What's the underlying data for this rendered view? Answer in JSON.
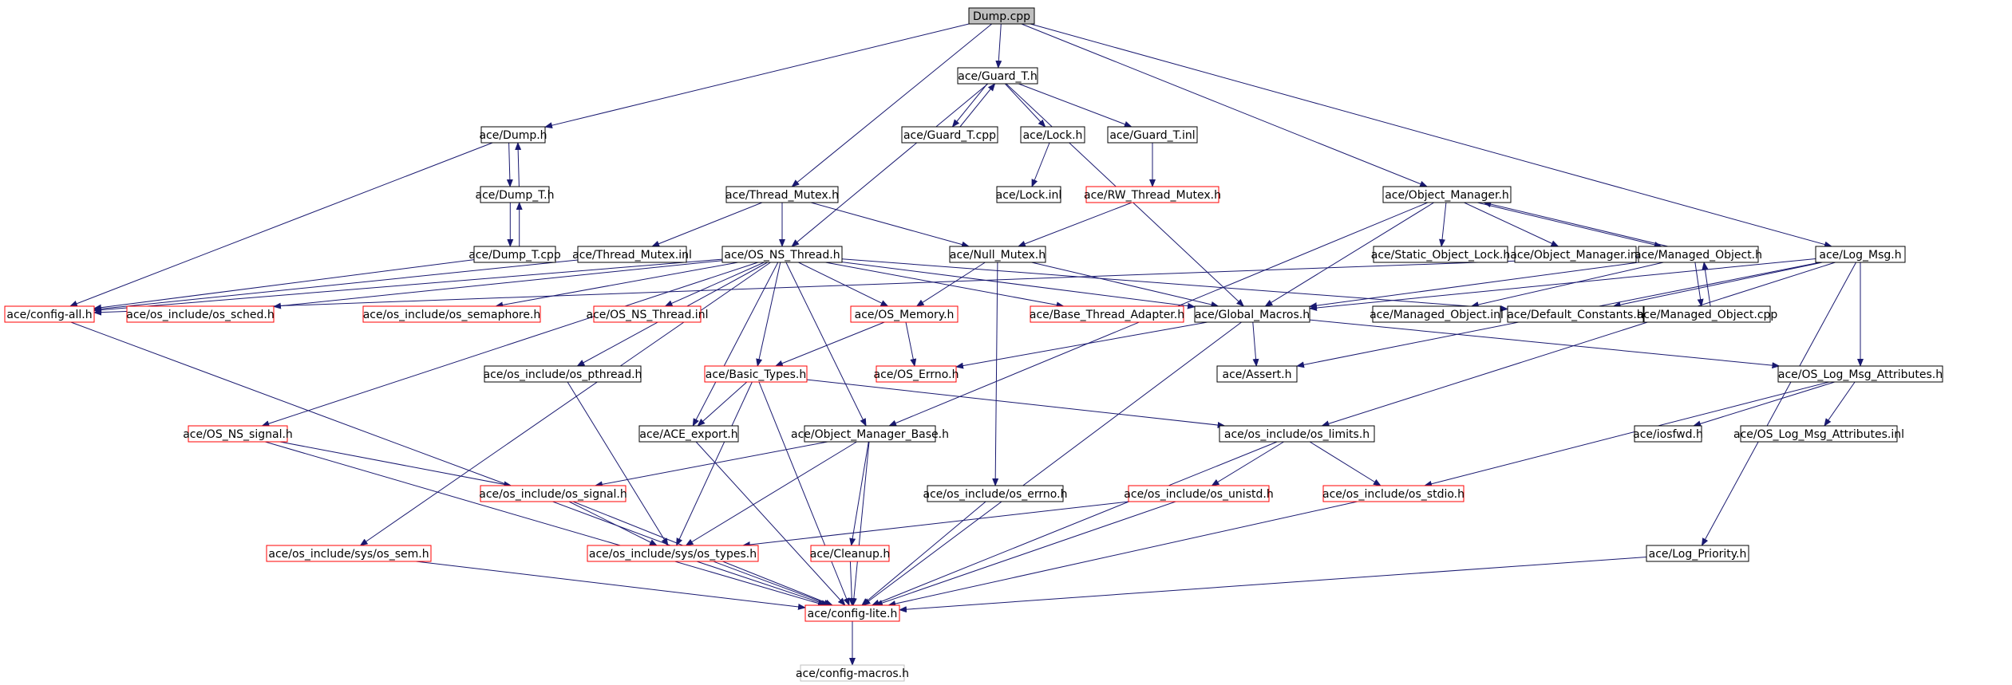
{
  "diagram": {
    "nodes": {
      "dump_cpp": "Dump.cpp",
      "guard_t_h": "ace/Guard_T.h",
      "dump_h": "ace/Dump.h",
      "guard_t_cpp": "ace/Guard_T.cpp",
      "lock_h": "ace/Lock.h",
      "guard_t_inl": "ace/Guard_T.inl",
      "dump_t_h": "ace/Dump_T.h",
      "lock_inl": "ace/Lock.inl",
      "rw_thread_mutex_h": "ace/RW_Thread_Mutex.h",
      "thread_mutex_h": "ace/Thread_Mutex.h",
      "object_manager_h": "ace/Object_Manager.h",
      "dump_t_cpp": "ace/Dump_T.cpp",
      "thread_mutex_inl": "ace/Thread_Mutex.inl",
      "os_ns_thread_h": "ace/OS_NS_Thread.h",
      "null_mutex_h": "ace/Null_Mutex.h",
      "static_object_lock_h": "ace/Static_Object_Lock.h",
      "object_manager_inl": "ace/Object_Manager.inl",
      "managed_object_h": "ace/Managed_Object.h",
      "log_msg_h": "ace/Log_Msg.h",
      "config_all_h": "ace/config-all.h",
      "os_sched_h": "ace/os_include/os_sched.h",
      "os_semaphore_h": "ace/os_include/os_semaphore.h",
      "os_ns_thread_inl": "ace/OS_NS_Thread.inl",
      "os_memory_h": "ace/OS_Memory.h",
      "base_thread_adapter_h": "ace/Base_Thread_Adapter.h",
      "global_macros_h": "ace/Global_Macros.h",
      "managed_object_inl": "ace/Managed_Object.inl",
      "default_constants_h": "ace/Default_Constants.h",
      "managed_object_cpp": "ace/Managed_Object.cpp",
      "os_pthread_h": "ace/os_include/os_pthread.h",
      "basic_types_h": "ace/Basic_Types.h",
      "os_errno_cap_h": "ace/OS_Errno.h",
      "assert_h": "ace/Assert.h",
      "os_log_msg_attributes_h": "ace/OS_Log_Msg_Attributes.h",
      "os_ns_signal_h": "ace/OS_NS_signal.h",
      "ace_export_h": "ace/ACE_export.h",
      "object_manager_base_h": "ace/Object_Manager_Base.h",
      "os_limits_h": "ace/os_include/os_limits.h",
      "iosfwd_h": "ace/iosfwd.h",
      "os_log_msg_attributes_inl": "ace/OS_Log_Msg_Attributes.inl",
      "os_signal_h": "ace/os_include/os_signal.h",
      "os_errno_h": "ace/os_include/os_errno.h",
      "os_unistd_h": "ace/os_include/os_unistd.h",
      "os_stdio_h": "ace/os_include/os_stdio.h",
      "os_sem_h": "ace/os_include/sys/os_sem.h",
      "os_types_h": "ace/os_include/sys/os_types.h",
      "cleanup_h": "ace/Cleanup.h",
      "log_priority_h": "ace/Log_Priority.h",
      "config_lite_h": "ace/config-lite.h",
      "config_macros_h": "ace/config-macros.h"
    },
    "node_kinds": {
      "root": [
        "dump_cpp"
      ],
      "truncated": [
        "rw_thread_mutex_h",
        "config_all_h",
        "os_sched_h",
        "os_semaphore_h",
        "os_ns_thread_inl",
        "os_memory_h",
        "base_thread_adapter_h",
        "basic_types_h",
        "os_errno_cap_h",
        "os_ns_signal_h",
        "os_signal_h",
        "os_unistd_h",
        "os_stdio_h",
        "os_sem_h",
        "os_types_h",
        "cleanup_h",
        "config_lite_h"
      ],
      "leaf": [
        "config_macros_h"
      ]
    },
    "edges": [
      [
        "dump_cpp",
        "guard_t_h"
      ],
      [
        "dump_cpp",
        "dump_h"
      ],
      [
        "dump_cpp",
        "thread_mutex_h"
      ],
      [
        "dump_cpp",
        "object_manager_h"
      ],
      [
        "dump_cpp",
        "log_msg_h"
      ],
      [
        "guard_t_h",
        "guard_t_cpp"
      ],
      [
        "guard_t_cpp",
        "guard_t_h"
      ],
      [
        "guard_t_h",
        "lock_h"
      ],
      [
        "guard_t_h",
        "guard_t_inl"
      ],
      [
        "guard_t_h",
        "os_ns_thread_h"
      ],
      [
        "guard_t_h",
        "global_macros_h"
      ],
      [
        "lock_h",
        "lock_inl"
      ],
      [
        "guard_t_inl",
        "rw_thread_mutex_h"
      ],
      [
        "rw_thread_mutex_h",
        "null_mutex_h"
      ],
      [
        "dump_h",
        "dump_t_h"
      ],
      [
        "dump_t_h",
        "dump_h"
      ],
      [
        "dump_t_h",
        "dump_t_cpp"
      ],
      [
        "dump_t_cpp",
        "dump_t_h"
      ],
      [
        "dump_t_cpp",
        "config_all_h"
      ],
      [
        "dump_h",
        "config_all_h"
      ],
      [
        "thread_mutex_h",
        "thread_mutex_inl"
      ],
      [
        "thread_mutex_h",
        "os_ns_thread_h"
      ],
      [
        "thread_mutex_h",
        "null_mutex_h"
      ],
      [
        "thread_mutex_inl",
        "config_all_h"
      ],
      [
        "os_ns_thread_h",
        "config_all_h"
      ],
      [
        "os_ns_thread_h",
        "os_sched_h"
      ],
      [
        "os_ns_thread_h",
        "os_semaphore_h"
      ],
      [
        "os_ns_thread_h",
        "os_ns_thread_inl"
      ],
      [
        "os_ns_thread_h",
        "os_memory_h"
      ],
      [
        "os_ns_thread_h",
        "base_thread_adapter_h"
      ],
      [
        "os_ns_thread_h",
        "global_macros_h"
      ],
      [
        "os_ns_thread_h",
        "default_constants_h"
      ],
      [
        "os_ns_thread_h",
        "os_pthread_h"
      ],
      [
        "os_ns_thread_h",
        "basic_types_h"
      ],
      [
        "os_ns_thread_h",
        "ace_export_h"
      ],
      [
        "os_ns_thread_h",
        "object_manager_base_h"
      ],
      [
        "os_ns_thread_h",
        "os_ns_signal_h"
      ],
      [
        "os_ns_thread_h",
        "os_sem_h"
      ],
      [
        "null_mutex_h",
        "os_memory_h"
      ],
      [
        "null_mutex_h",
        "global_macros_h"
      ],
      [
        "null_mutex_h",
        "os_errno_h"
      ],
      [
        "object_manager_h",
        "static_object_lock_h"
      ],
      [
        "object_manager_h",
        "object_manager_inl"
      ],
      [
        "object_manager_h",
        "managed_object_h"
      ],
      [
        "managed_object_h",
        "object_manager_h"
      ],
      [
        "object_manager_h",
        "global_macros_h"
      ],
      [
        "object_manager_h",
        "object_manager_base_h"
      ],
      [
        "managed_object_h",
        "global_macros_h"
      ],
      [
        "managed_object_h",
        "managed_object_inl"
      ],
      [
        "managed_object_h",
        "managed_object_cpp"
      ],
      [
        "managed_object_cpp",
        "managed_object_h"
      ],
      [
        "managed_object_h",
        "config_all_h"
      ],
      [
        "log_msg_h",
        "global_macros_h"
      ],
      [
        "log_msg_h",
        "default_constants_h"
      ],
      [
        "log_msg_h",
        "assert_h"
      ],
      [
        "log_msg_h",
        "os_log_msg_attributes_h"
      ],
      [
        "log_msg_h",
        "os_limits_h"
      ],
      [
        "log_msg_h",
        "log_priority_h"
      ],
      [
        "global_macros_h",
        "assert_h"
      ],
      [
        "global_macros_h",
        "os_errno_cap_h"
      ],
      [
        "global_macros_h",
        "config_lite_h"
      ],
      [
        "global_macros_h",
        "os_log_msg_attributes_h"
      ],
      [
        "os_memory_h",
        "os_errno_cap_h"
      ],
      [
        "os_memory_h",
        "basic_types_h"
      ],
      [
        "basic_types_h",
        "ace_export_h"
      ],
      [
        "basic_types_h",
        "os_types_h"
      ],
      [
        "basic_types_h",
        "config_lite_h"
      ],
      [
        "basic_types_h",
        "os_limits_h"
      ],
      [
        "os_pthread_h",
        "os_types_h"
      ],
      [
        "os_log_msg_attributes_h",
        "iosfwd_h"
      ],
      [
        "os_log_msg_attributes_h",
        "os_log_msg_attributes_inl"
      ],
      [
        "os_log_msg_attributes_h",
        "os_stdio_h"
      ],
      [
        "os_ns_signal_h",
        "os_signal_h"
      ],
      [
        "os_ns_signal_h",
        "config_lite_h"
      ],
      [
        "ace_export_h",
        "config_lite_h"
      ],
      [
        "object_manager_base_h",
        "os_signal_h"
      ],
      [
        "object_manager_base_h",
        "os_types_h"
      ],
      [
        "object_manager_base_h",
        "cleanup_h"
      ],
      [
        "object_manager_base_h",
        "config_lite_h"
      ],
      [
        "os_limits_h",
        "os_unistd_h"
      ],
      [
        "os_limits_h",
        "os_stdio_h"
      ],
      [
        "os_limits_h",
        "config_lite_h"
      ],
      [
        "os_signal_h",
        "os_types_h"
      ],
      [
        "os_signal_h",
        "config_lite_h"
      ],
      [
        "os_errno_h",
        "config_lite_h"
      ],
      [
        "os_unistd_h",
        "os_types_h"
      ],
      [
        "os_unistd_h",
        "config_lite_h"
      ],
      [
        "os_stdio_h",
        "config_lite_h"
      ],
      [
        "os_sem_h",
        "config_lite_h"
      ],
      [
        "os_types_h",
        "config_lite_h"
      ],
      [
        "cleanup_h",
        "config_lite_h"
      ],
      [
        "log_priority_h",
        "config_lite_h"
      ],
      [
        "config_all_h",
        "config_lite_h"
      ],
      [
        "config_lite_h",
        "config_macros_h"
      ]
    ],
    "colors": {
      "edge": "#191970",
      "node_border": "#000000",
      "truncated_border": "#ff0000",
      "leaf_border": "#bfbfbf",
      "root_fill": "#bfbfbf",
      "node_fill": "#ffffff"
    }
  }
}
